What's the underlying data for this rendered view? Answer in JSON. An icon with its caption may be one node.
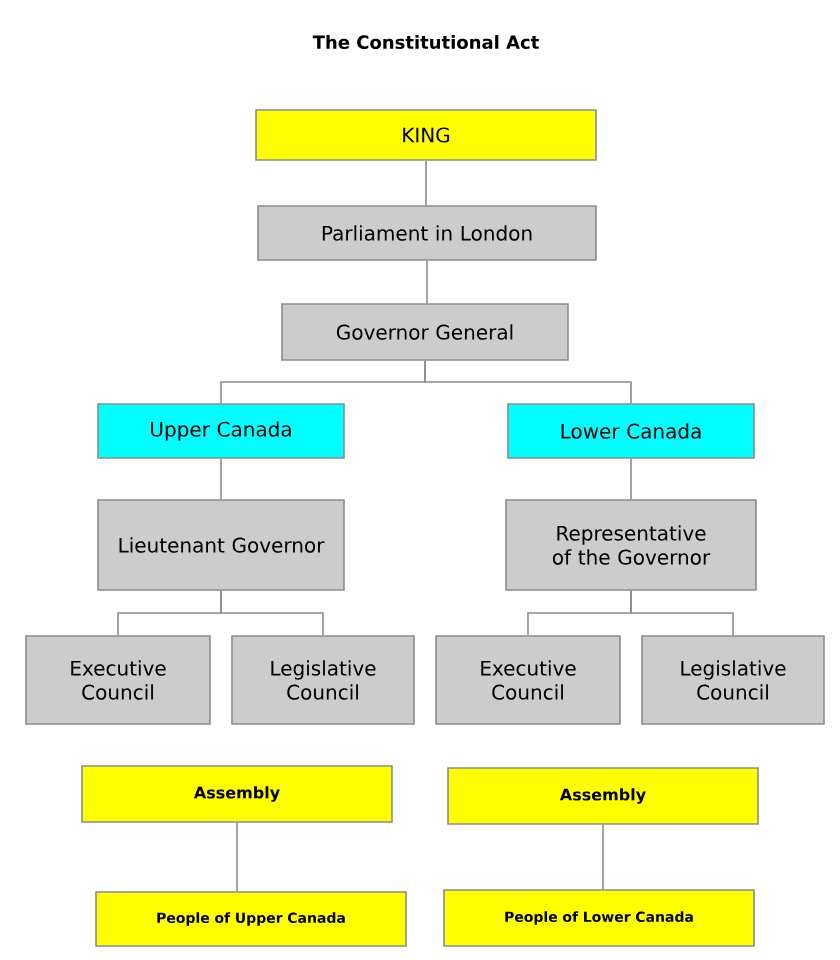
{
  "diagram": {
    "title": "The Constitutional Act",
    "nodes": [
      {
        "text": [
          "KING"
        ]
      },
      {
        "text": [
          "Parliament in London"
        ]
      },
      {
        "text": [
          "Governor General"
        ]
      },
      {
        "text": [
          "Upper Canada"
        ]
      },
      {
        "text": [
          "Lower Canada"
        ]
      },
      {
        "text": [
          "Lieutenant Governor"
        ]
      },
      {
        "text": [
          "Representative of the Governor"
        ]
      },
      {
        "text": [
          "Executive Council"
        ]
      },
      {
        "text": [
          "Legislative Council"
        ]
      },
      {
        "text": [
          "Executive Council"
        ]
      },
      {
        "text": [
          "Legislative Council"
        ]
      },
      {
        "text": [
          "Assembly"
        ]
      },
      {
        "text": [
          "People of Upper Canada"
        ]
      },
      {
        "text": [
          "Assembly"
        ]
      },
      {
        "text": [
          "People of Lower Canada"
        ]
      }
    ],
    "edges": [
      {
        "from": 0,
        "to": 1,
        "arrow": "none"
      },
      {
        "from": 1,
        "to": 2,
        "arrow": "none"
      },
      {
        "from": 2,
        "to": 3,
        "arrow": "none"
      },
      {
        "from": 2,
        "to": 4,
        "arrow": "none"
      },
      {
        "from": 3,
        "to": 5,
        "arrow": "none"
      },
      {
        "from": 4,
        "to": 6,
        "arrow": "none"
      },
      {
        "from": 5,
        "to": 7,
        "arrow": "none"
      },
      {
        "from": 5,
        "to": 8,
        "arrow": "none"
      },
      {
        "from": 6,
        "to": 9,
        "arrow": "none"
      },
      {
        "from": 6,
        "to": 10,
        "arrow": "none"
      },
      {
        "from": 11,
        "to": 12,
        "arrow": "none"
      },
      {
        "from": 13,
        "to": 14,
        "arrow": "none"
      }
    ]
  }
}
